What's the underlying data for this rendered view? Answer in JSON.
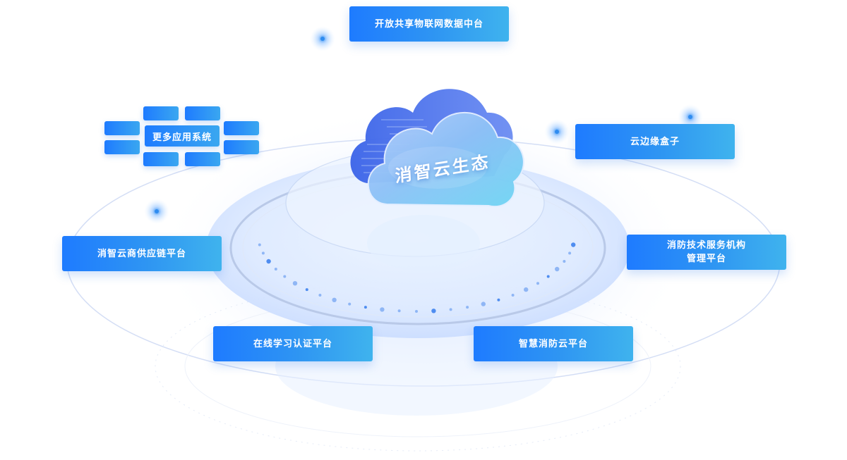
{
  "center": {
    "title": "消智云生态"
  },
  "nodes": {
    "iot_data": "开放共享物联网数据中台",
    "more_apps": "更多应用系统",
    "edge_box": "云边缘盒子",
    "supply_chain": "消智云商供应链平台",
    "fire_service_line1": "消防技术服务机构",
    "fire_service_line2": "管理平台",
    "learning": "在线学习认证平台",
    "smart_fire": "智慧消防云平台"
  },
  "colors": {
    "node_start": "#1e7bff",
    "node_end": "#3fb3ee",
    "ring": "#c9d8f5",
    "glow": "#dbe8ff"
  }
}
